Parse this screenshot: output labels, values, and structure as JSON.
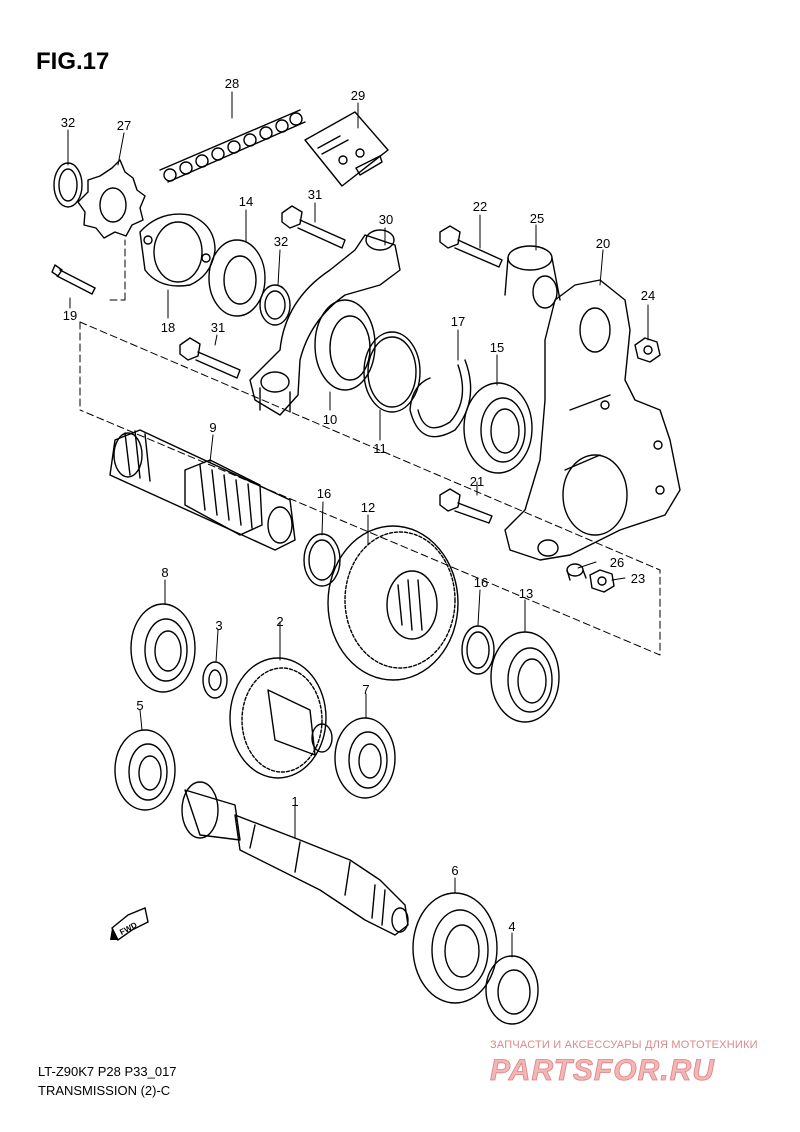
{
  "figure": {
    "title": "FIG.17",
    "code": "LT-Z90K7 P28 P33_017",
    "caption": "TRANSMISSION (2)-C",
    "fwd_label": "FWD"
  },
  "watermark": {
    "tagline": "ЗАПЧАСТИ И АКСЕССУАРЫ ДЛЯ МОТОТЕХНИКИ",
    "logo_text": "PARTSFOR.RU",
    "color": "#e08080"
  },
  "callouts": {
    "c1": "1",
    "c2": "2",
    "c3": "3",
    "c4": "4",
    "c5": "5",
    "c6": "6",
    "c7": "7",
    "c8": "8",
    "c9": "9",
    "c10": "10",
    "c11": "11",
    "c12": "12",
    "c13": "13",
    "c14": "14",
    "c15": "15",
    "c16a": "16",
    "c16b": "16",
    "c17": "17",
    "c18": "18",
    "c19": "19",
    "c20": "20",
    "c21": "21",
    "c22": "22",
    "c23": "23",
    "c24": "24",
    "c25": "25",
    "c26": "26",
    "c27": "27",
    "c28": "28",
    "c29": "29",
    "c30": "30",
    "c31a": "31",
    "c31b": "31",
    "c32a": "32",
    "c32b": "32"
  }
}
